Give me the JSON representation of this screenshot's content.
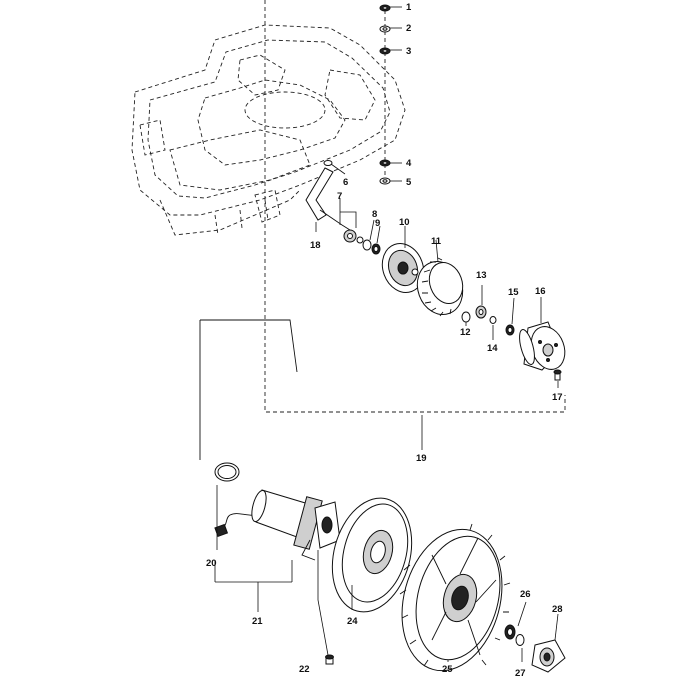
{
  "diagram": {
    "callouts": [
      {
        "id": "1",
        "label": "1"
      },
      {
        "id": "2",
        "label": "2"
      },
      {
        "id": "3",
        "label": "3"
      },
      {
        "id": "4",
        "label": "4"
      },
      {
        "id": "5",
        "label": "5"
      },
      {
        "id": "6",
        "label": "6"
      },
      {
        "id": "7",
        "label": "7"
      },
      {
        "id": "8",
        "label": "8"
      },
      {
        "id": "9",
        "label": "9"
      },
      {
        "id": "10",
        "label": "10"
      },
      {
        "id": "11",
        "label": "11"
      },
      {
        "id": "12",
        "label": "12"
      },
      {
        "id": "13",
        "label": "13"
      },
      {
        "id": "14",
        "label": "14"
      },
      {
        "id": "15",
        "label": "15"
      },
      {
        "id": "16",
        "label": "16"
      },
      {
        "id": "17",
        "label": "17"
      },
      {
        "id": "18",
        "label": "18"
      },
      {
        "id": "19",
        "label": "19"
      },
      {
        "id": "20",
        "label": "20"
      },
      {
        "id": "21",
        "label": "21"
      },
      {
        "id": "22",
        "label": "22"
      },
      {
        "id": "24",
        "label": "24"
      },
      {
        "id": "25",
        "label": "25"
      },
      {
        "id": "26",
        "label": "26"
      },
      {
        "id": "27",
        "label": "27"
      },
      {
        "id": "28",
        "label": "28"
      }
    ]
  }
}
